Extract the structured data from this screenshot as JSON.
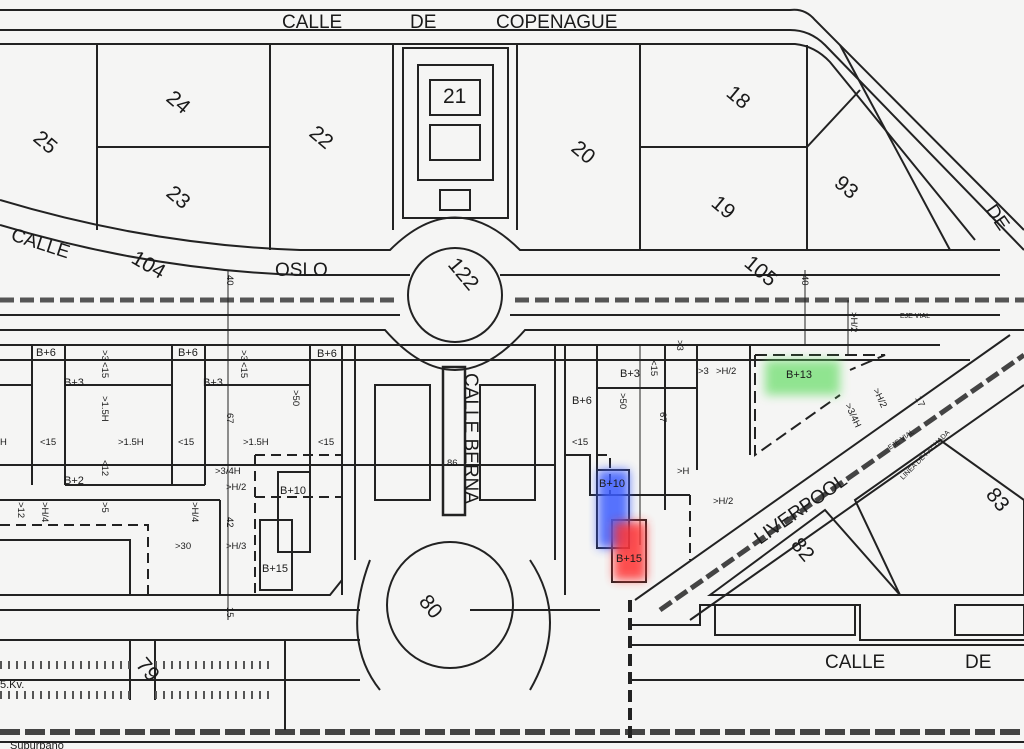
{
  "streets": {
    "copenague": [
      "CALLE",
      "DE",
      "COPENAGUE"
    ],
    "oslo": [
      "CALLE",
      "OSLO"
    ],
    "berna": "CALLE BERNA",
    "liverpool": "LIVERPOOL",
    "bottom": [
      "CALLE",
      "DE"
    ],
    "top_right": "DE",
    "eje_vial": "EJE VIAL",
    "linea_fachada": "LINEA DE FACHADA",
    "kv": "5.Kv.",
    "suburbano": "Suburbano"
  },
  "plots": [
    "25",
    "24",
    "22",
    "21",
    "20",
    "18",
    "23",
    "19",
    "93",
    "104",
    "122",
    "105",
    "86",
    "80",
    "82",
    "83",
    "79"
  ],
  "buildings": {
    "b6": "B+6",
    "b3": "B+3",
    "b2": "B+2",
    "b10": "B+10",
    "b15": "B+15",
    "b13": "B+13"
  },
  "dims": {
    "lt15": "<15",
    "gt3": ">3",
    "gt15h": ">1.5H",
    "h": "H",
    "lt12": "<12",
    "gt12": ">12",
    "gth4": ">H/4",
    "gt5": ">5",
    "gt50": ">50",
    "d67": "67",
    "d40": "40",
    "d42": "42",
    "d15": "15",
    "gt34h": ">3/4H",
    "gth2": ">H/2",
    "gth3": ">H/3",
    "gt30": ">30",
    "gth": ">H",
    "d17": "17"
  },
  "highlight_colors": {
    "blue": "#3b5bff",
    "red": "#ff3030",
    "green": "#66dd66"
  }
}
